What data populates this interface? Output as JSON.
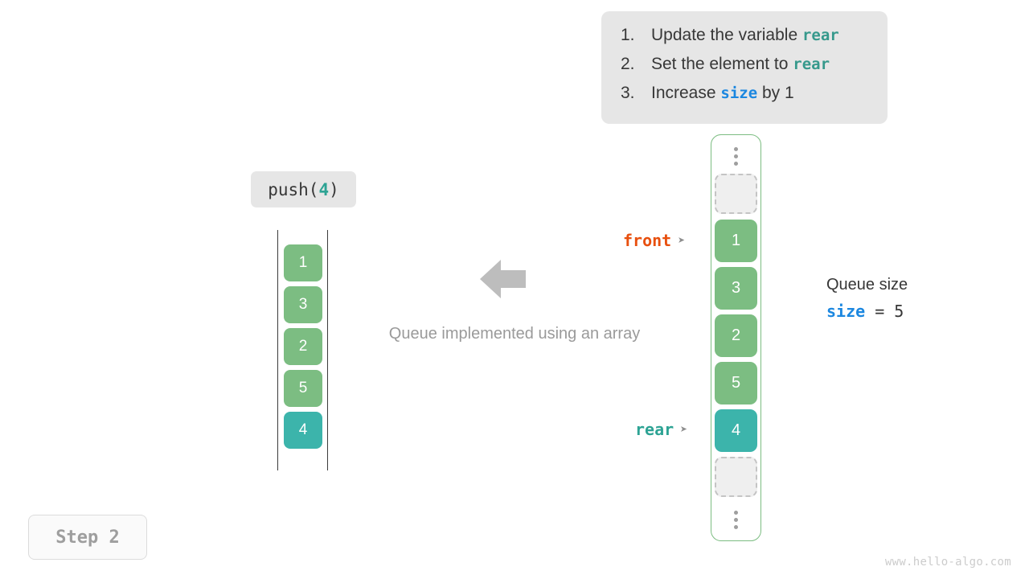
{
  "instructions": {
    "items": [
      {
        "num": "1.",
        "prefix": "Update the variable ",
        "code": "rear",
        "code_color": "teal",
        "suffix": ""
      },
      {
        "num": "2.",
        "prefix": "Set the element to ",
        "code": "rear",
        "code_color": "teal",
        "suffix": ""
      },
      {
        "num": "3.",
        "prefix": "Increase ",
        "code": "size",
        "code_color": "blue",
        "suffix": " by 1"
      }
    ]
  },
  "operation": {
    "name": "push(",
    "argument": "4",
    "close": ")"
  },
  "left_array": {
    "cells": [
      {
        "value": "1",
        "style": "green"
      },
      {
        "value": "3",
        "style": "green"
      },
      {
        "value": "2",
        "style": "green"
      },
      {
        "value": "5",
        "style": "green"
      },
      {
        "value": "4",
        "style": "teal"
      }
    ]
  },
  "center": {
    "arrow_icon": "arrow-left-icon",
    "caption": "Queue implemented using an array"
  },
  "pointers": {
    "front": {
      "label": "front",
      "marker": "➤",
      "color": "#e8500f"
    },
    "rear": {
      "label": "rear",
      "marker": "➤",
      "color": "#2da394"
    }
  },
  "queue": {
    "slots": [
      {
        "type": "ellipsis",
        "value": ""
      },
      {
        "type": "empty",
        "value": ""
      },
      {
        "type": "filled",
        "value": "1",
        "style": "green"
      },
      {
        "type": "filled",
        "value": "3",
        "style": "green"
      },
      {
        "type": "filled",
        "value": "2",
        "style": "green"
      },
      {
        "type": "filled",
        "value": "5",
        "style": "green"
      },
      {
        "type": "filled",
        "value": "4",
        "style": "teal"
      },
      {
        "type": "empty",
        "value": ""
      },
      {
        "type": "ellipsis",
        "value": ""
      }
    ]
  },
  "size_readout": {
    "title": "Queue size",
    "variable": "size",
    "operator": " = ",
    "value": "5"
  },
  "step": {
    "label": "Step 2"
  },
  "watermark": {
    "text": "www.hello-algo.com"
  },
  "colors": {
    "green": "#7cbd82",
    "teal": "#3cb4ab",
    "orange": "#e8500f",
    "blue": "#1b87e0",
    "box_bg": "#e6e6e6"
  }
}
